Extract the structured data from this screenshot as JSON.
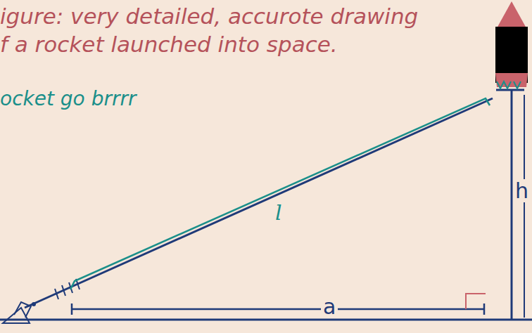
{
  "diagram": {
    "labels": [
      "igure: very detailed, accurote drawing",
      "f a rocket launched into space.",
      "ocket go brrrr",
      "l",
      "h",
      "a"
    ]
  }
}
